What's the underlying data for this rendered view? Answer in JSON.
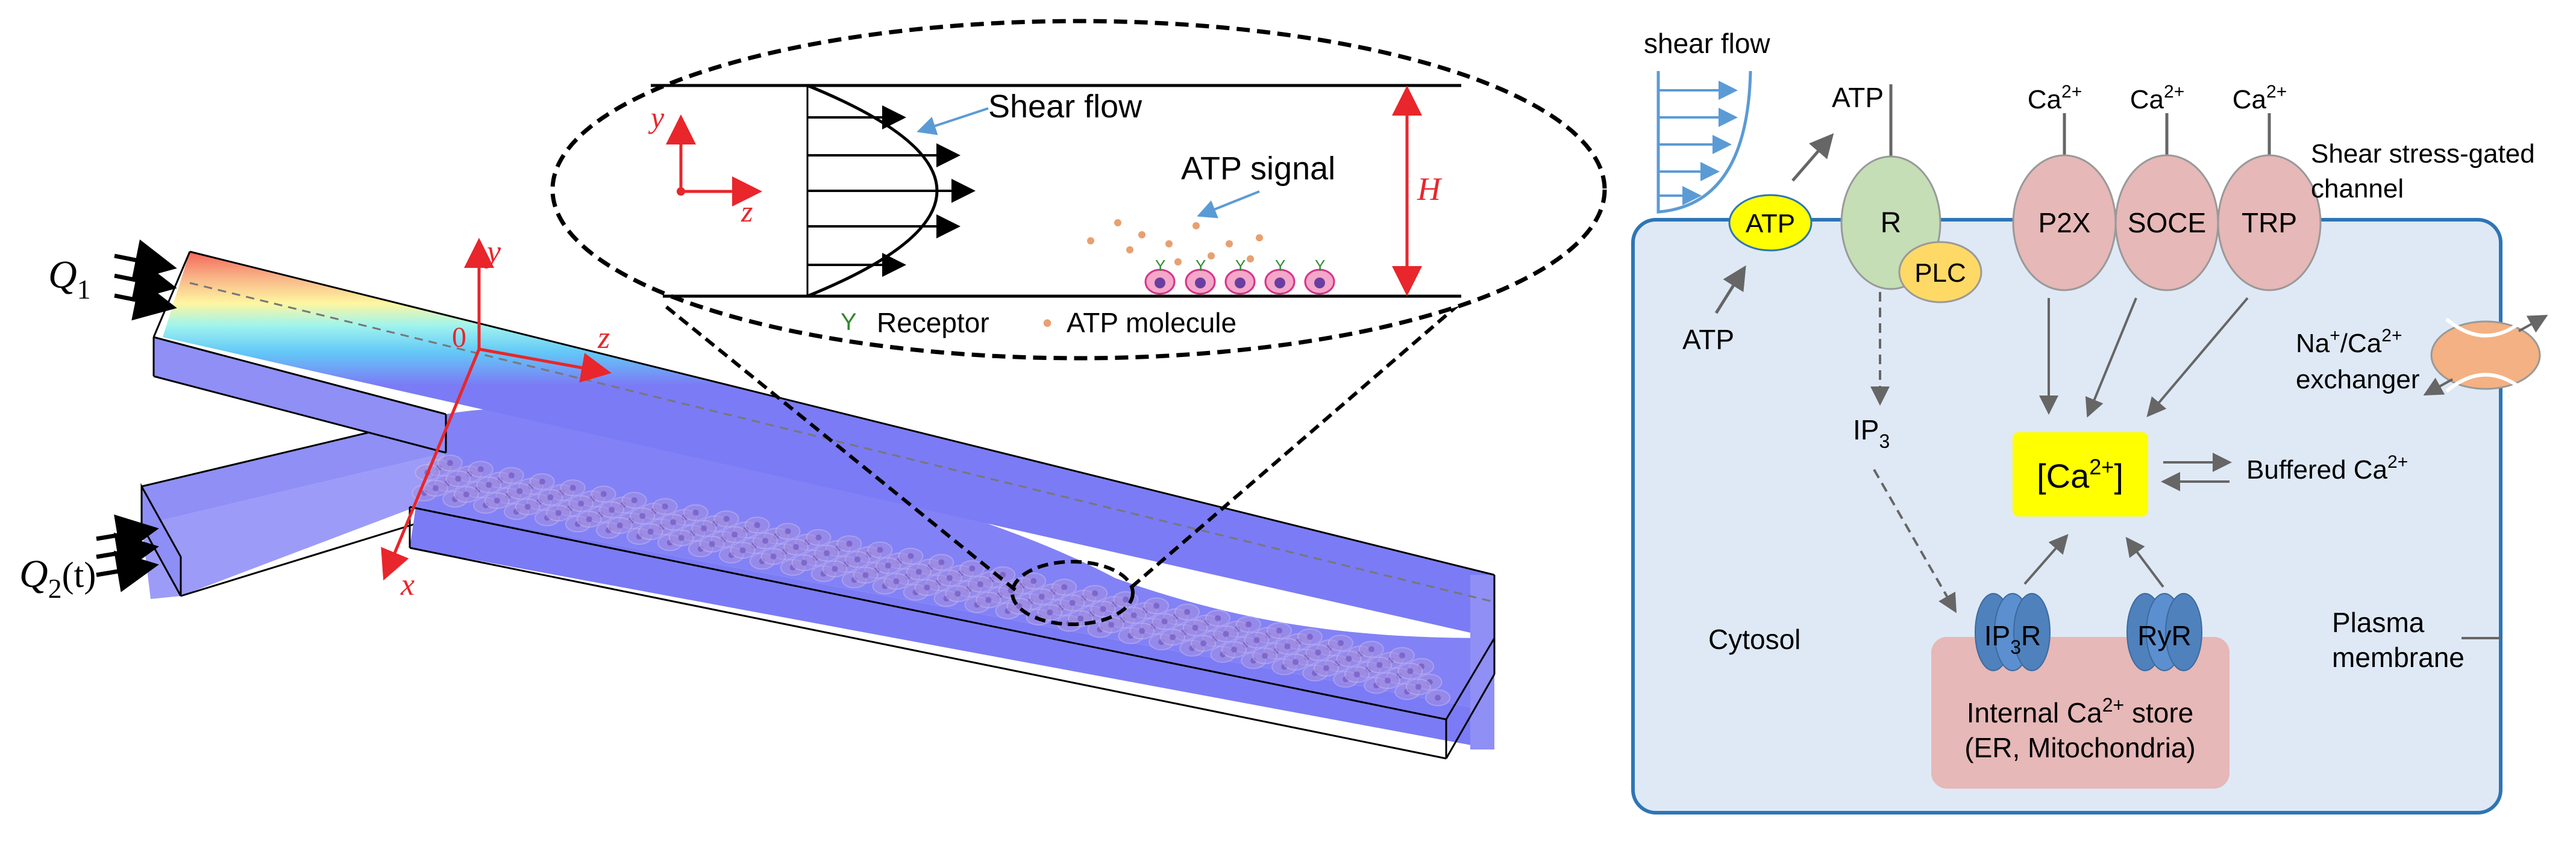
{
  "left_panel": {
    "inlet_1": {
      "main": "Q",
      "sub": "1",
      "suffix": ""
    },
    "inlet_2": {
      "main": "Q",
      "sub": "2",
      "suffix": "(t)"
    },
    "axis_x": "x",
    "axis_y": "y",
    "axis_z": "z",
    "origin": "0",
    "inset": {
      "shear_flow_label": "Shear flow",
      "atp_signal_label": "ATP signal",
      "height_label": "H",
      "axis_y": "y",
      "axis_z": "z",
      "legend_receptor_symbol": "Y",
      "legend_receptor": "Receptor",
      "legend_atp_symbol": "•",
      "legend_atp": "ATP molecule"
    }
  },
  "right_panel": {
    "shear_flow": "shear flow",
    "atp_top": "ATP",
    "atp_bubble": "ATP",
    "atp_left": "ATP",
    "receptor": "R",
    "plc": "PLC",
    "p2x": "P2X",
    "soce": "SOCE",
    "trp": "TRP",
    "ca_label": "Ca",
    "ca_sup": "2+",
    "shear_gated_line1": "Shear stress-gated",
    "shear_gated_line2": "channel",
    "exchanger_line1_a": "Na",
    "exchanger_line1_sup1": "+",
    "exchanger_line1_b": "/Ca",
    "exchanger_line1_sup2": "2+",
    "exchanger_line2": "exchanger",
    "ip3_main": "IP",
    "ip3_sub": "3",
    "ca_center_open": "[Ca",
    "ca_center_sup": "2+",
    "ca_center_close": "]",
    "buffered_main": "Buffered Ca",
    "buffered_sup": "2+",
    "ip3r_main": "IP",
    "ip3r_sub": "3",
    "ip3r_tail": "R",
    "ryr": "RyR",
    "cytosol": "Cytosol",
    "plasma_line1": "Plasma",
    "plasma_line2": "membrane",
    "store_line1_a": "Internal Ca",
    "store_line1_sup": "2+",
    "store_line1_b": " store",
    "store_line2": "(ER, Mitochondria)"
  },
  "colors": {
    "axis_red": "#e8262b",
    "arrow_blue": "#5b9bd5",
    "cell_membrane": "#2e75b6",
    "cell_fill": "#dfe9f5",
    "atp_yellow": "#ffff00",
    "receptor_green": "#c5deb5",
    "plc_orange": "#ffd966",
    "channel_pink": "#e6b8b7",
    "store_pink": "#e6b8b7",
    "exchanger_orange": "#f4b183",
    "ip3r_blue": "#4f81bd",
    "flow_blue": "#7b7bf5"
  }
}
